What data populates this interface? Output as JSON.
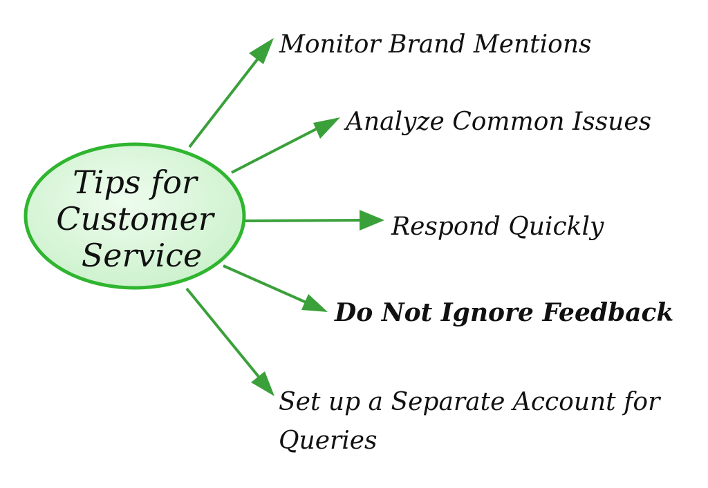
{
  "center": {
    "lines": [
      "Tips for",
      "Customer",
      "Service"
    ]
  },
  "tips": [
    {
      "lines": [
        "Monitor Brand Mentions"
      ]
    },
    {
      "lines": [
        "Analyze Common Issues"
      ]
    },
    {
      "lines": [
        "Respond Quickly"
      ]
    },
    {
      "lines": [
        "Do Not Ignore Feedback"
      ]
    },
    {
      "lines": [
        "Set up a Separate Account for",
        "Queries"
      ]
    }
  ],
  "colors": {
    "arrow": "#3aa03a",
    "ellipse_fill": "#d6f5d6",
    "ellipse_stroke": "#2fb52f",
    "text": "#111111"
  }
}
